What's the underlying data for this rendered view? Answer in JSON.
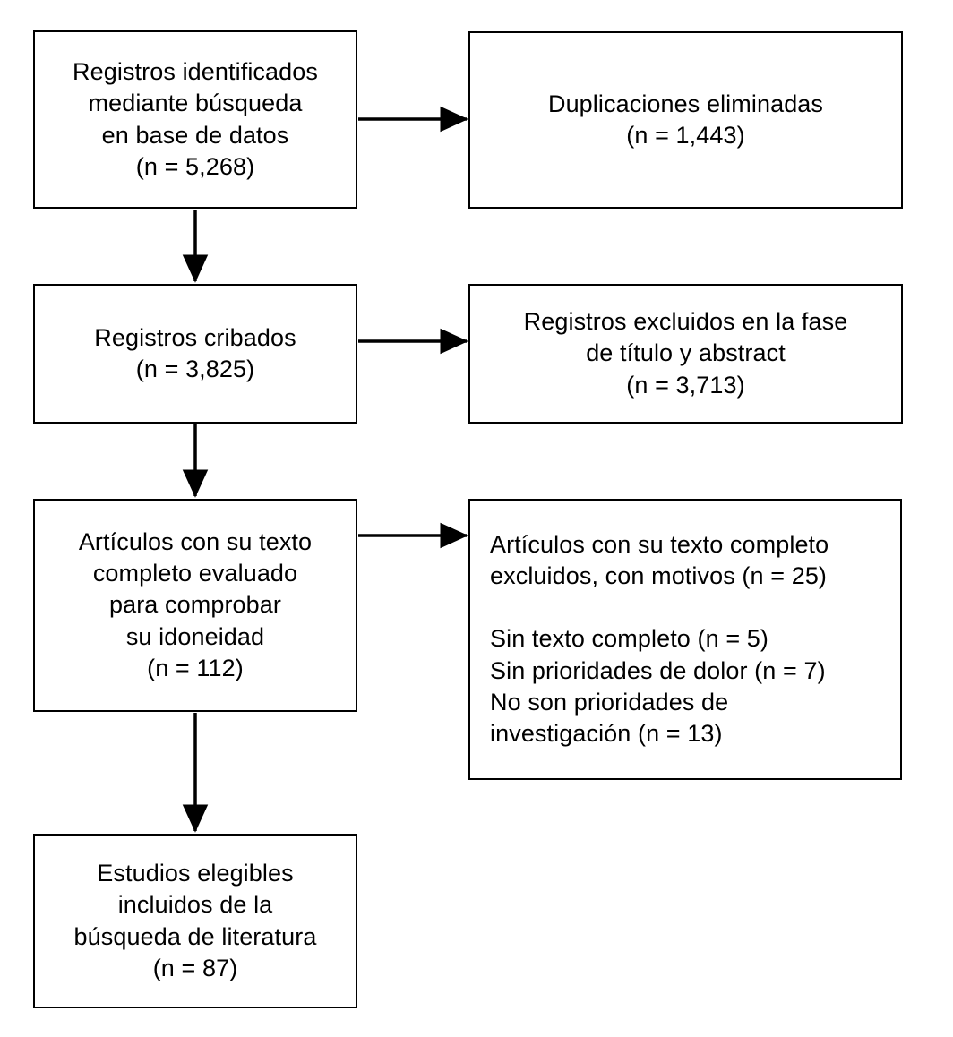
{
  "diagram": {
    "type": "prisma-flow-diagram",
    "language": "es",
    "background_color": "#ffffff",
    "line_color": "#000000",
    "text_color": "#000000",
    "boxes": [
      {
        "id": "records-identified",
        "text": "Registros identificados\nmediante búsqueda\nen base de datos\n(n = 5,268)",
        "count": 5268,
        "align": "center"
      },
      {
        "id": "duplicates-removed",
        "text": "Duplicaciones eliminadas\n(n = 1,443)",
        "count": 1443,
        "align": "center"
      },
      {
        "id": "records-screened",
        "text": "Registros cribados\n(n = 3,825)",
        "count": 3825,
        "align": "center"
      },
      {
        "id": "records-excluded",
        "text": "Registros excluidos en la fase\nde título y abstract\n(n = 3,713)",
        "count": 3713,
        "align": "center"
      },
      {
        "id": "fulltext-assessed",
        "text": "Artículos con su texto\ncompleto evaluado\npara comprobar\nsu idoneidad\n(n = 112)",
        "count": 112,
        "align": "center"
      },
      {
        "id": "fulltext-excluded",
        "text": "Artículos con su texto completo\nexcluidos, con motivos (n = 25)\n\nSin texto completo (n = 5)\nSin prioridades de dolor (n = 7)\nNo son prioridades de\ninvestigación (n = 13)",
        "count": 25,
        "align": "left",
        "reasons": [
          {
            "label": "Sin texto completo",
            "count": 5
          },
          {
            "label": "Sin prioridades de dolor",
            "count": 7
          },
          {
            "label": "No son prioridades de investigación",
            "count": 13
          }
        ]
      },
      {
        "id": "studies-included",
        "text": "Estudios elegibles\nincluidos de la\nbúsqueda de literatura\n(n = 87)",
        "count": 87,
        "align": "center"
      }
    ],
    "connectors": [
      {
        "id": "identified-to-duplicates",
        "direction": "right",
        "from": "records-identified",
        "to": "duplicates-removed"
      },
      {
        "id": "identified-to-screened",
        "direction": "down",
        "from": "records-identified",
        "to": "records-screened"
      },
      {
        "id": "screened-to-excluded",
        "direction": "right",
        "from": "records-screened",
        "to": "records-excluded"
      },
      {
        "id": "screened-to-assessed",
        "direction": "down",
        "from": "records-screened",
        "to": "fulltext-assessed"
      },
      {
        "id": "assessed-to-excluded",
        "direction": "right",
        "from": "fulltext-assessed",
        "to": "fulltext-excluded"
      },
      {
        "id": "assessed-to-included",
        "direction": "down",
        "from": "fulltext-assessed",
        "to": "studies-included"
      }
    ]
  }
}
